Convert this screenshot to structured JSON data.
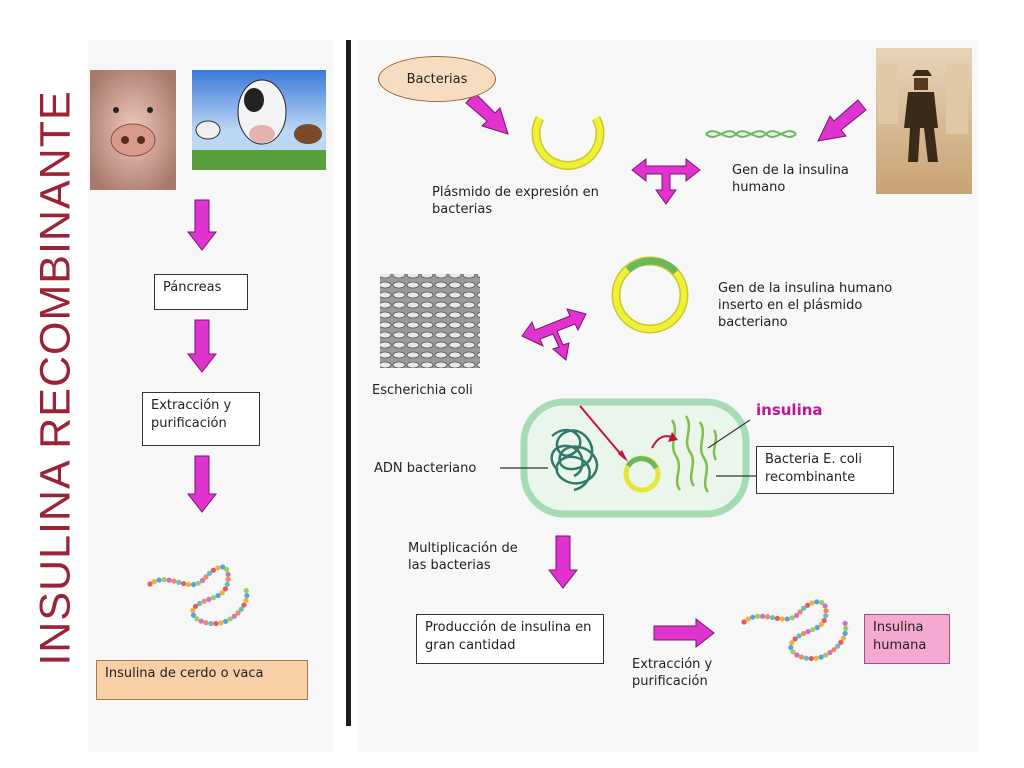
{
  "title": "INSULINA RECOMBINANTE",
  "left": {
    "pancreas": "Páncreas",
    "extraction": "Extracción y purificación",
    "result": "Insulina de cerdo o vaca"
  },
  "right": {
    "bacterias": "Bacterias",
    "plasmid": "Plásmido de expresión en bacterias",
    "gene": "Gen de la insulina humano",
    "inserted": "Gen de la insulina humano inserto en el plásmido bacteriano",
    "ecoli": "Escherichia coli",
    "insulin_label": "insulina",
    "adn": "ADN bacteriano",
    "recombinant": "Bacteria E. coli recombinante",
    "multiplication": "Multiplicación de las bacterias",
    "production": "Producción de insulina en gran cantidad",
    "extraction": "Extracción y purificación",
    "human_insulin": "Insulina humana"
  },
  "colors": {
    "title": "#9b2335",
    "arrow": "#e033d0",
    "plasmid": "#eaea2a",
    "cell": "#a6dcb4",
    "human_box": "#f5a8d2",
    "cerdo_box": "#f8cfa6",
    "bact_ellipse": "#f6dcc0"
  }
}
